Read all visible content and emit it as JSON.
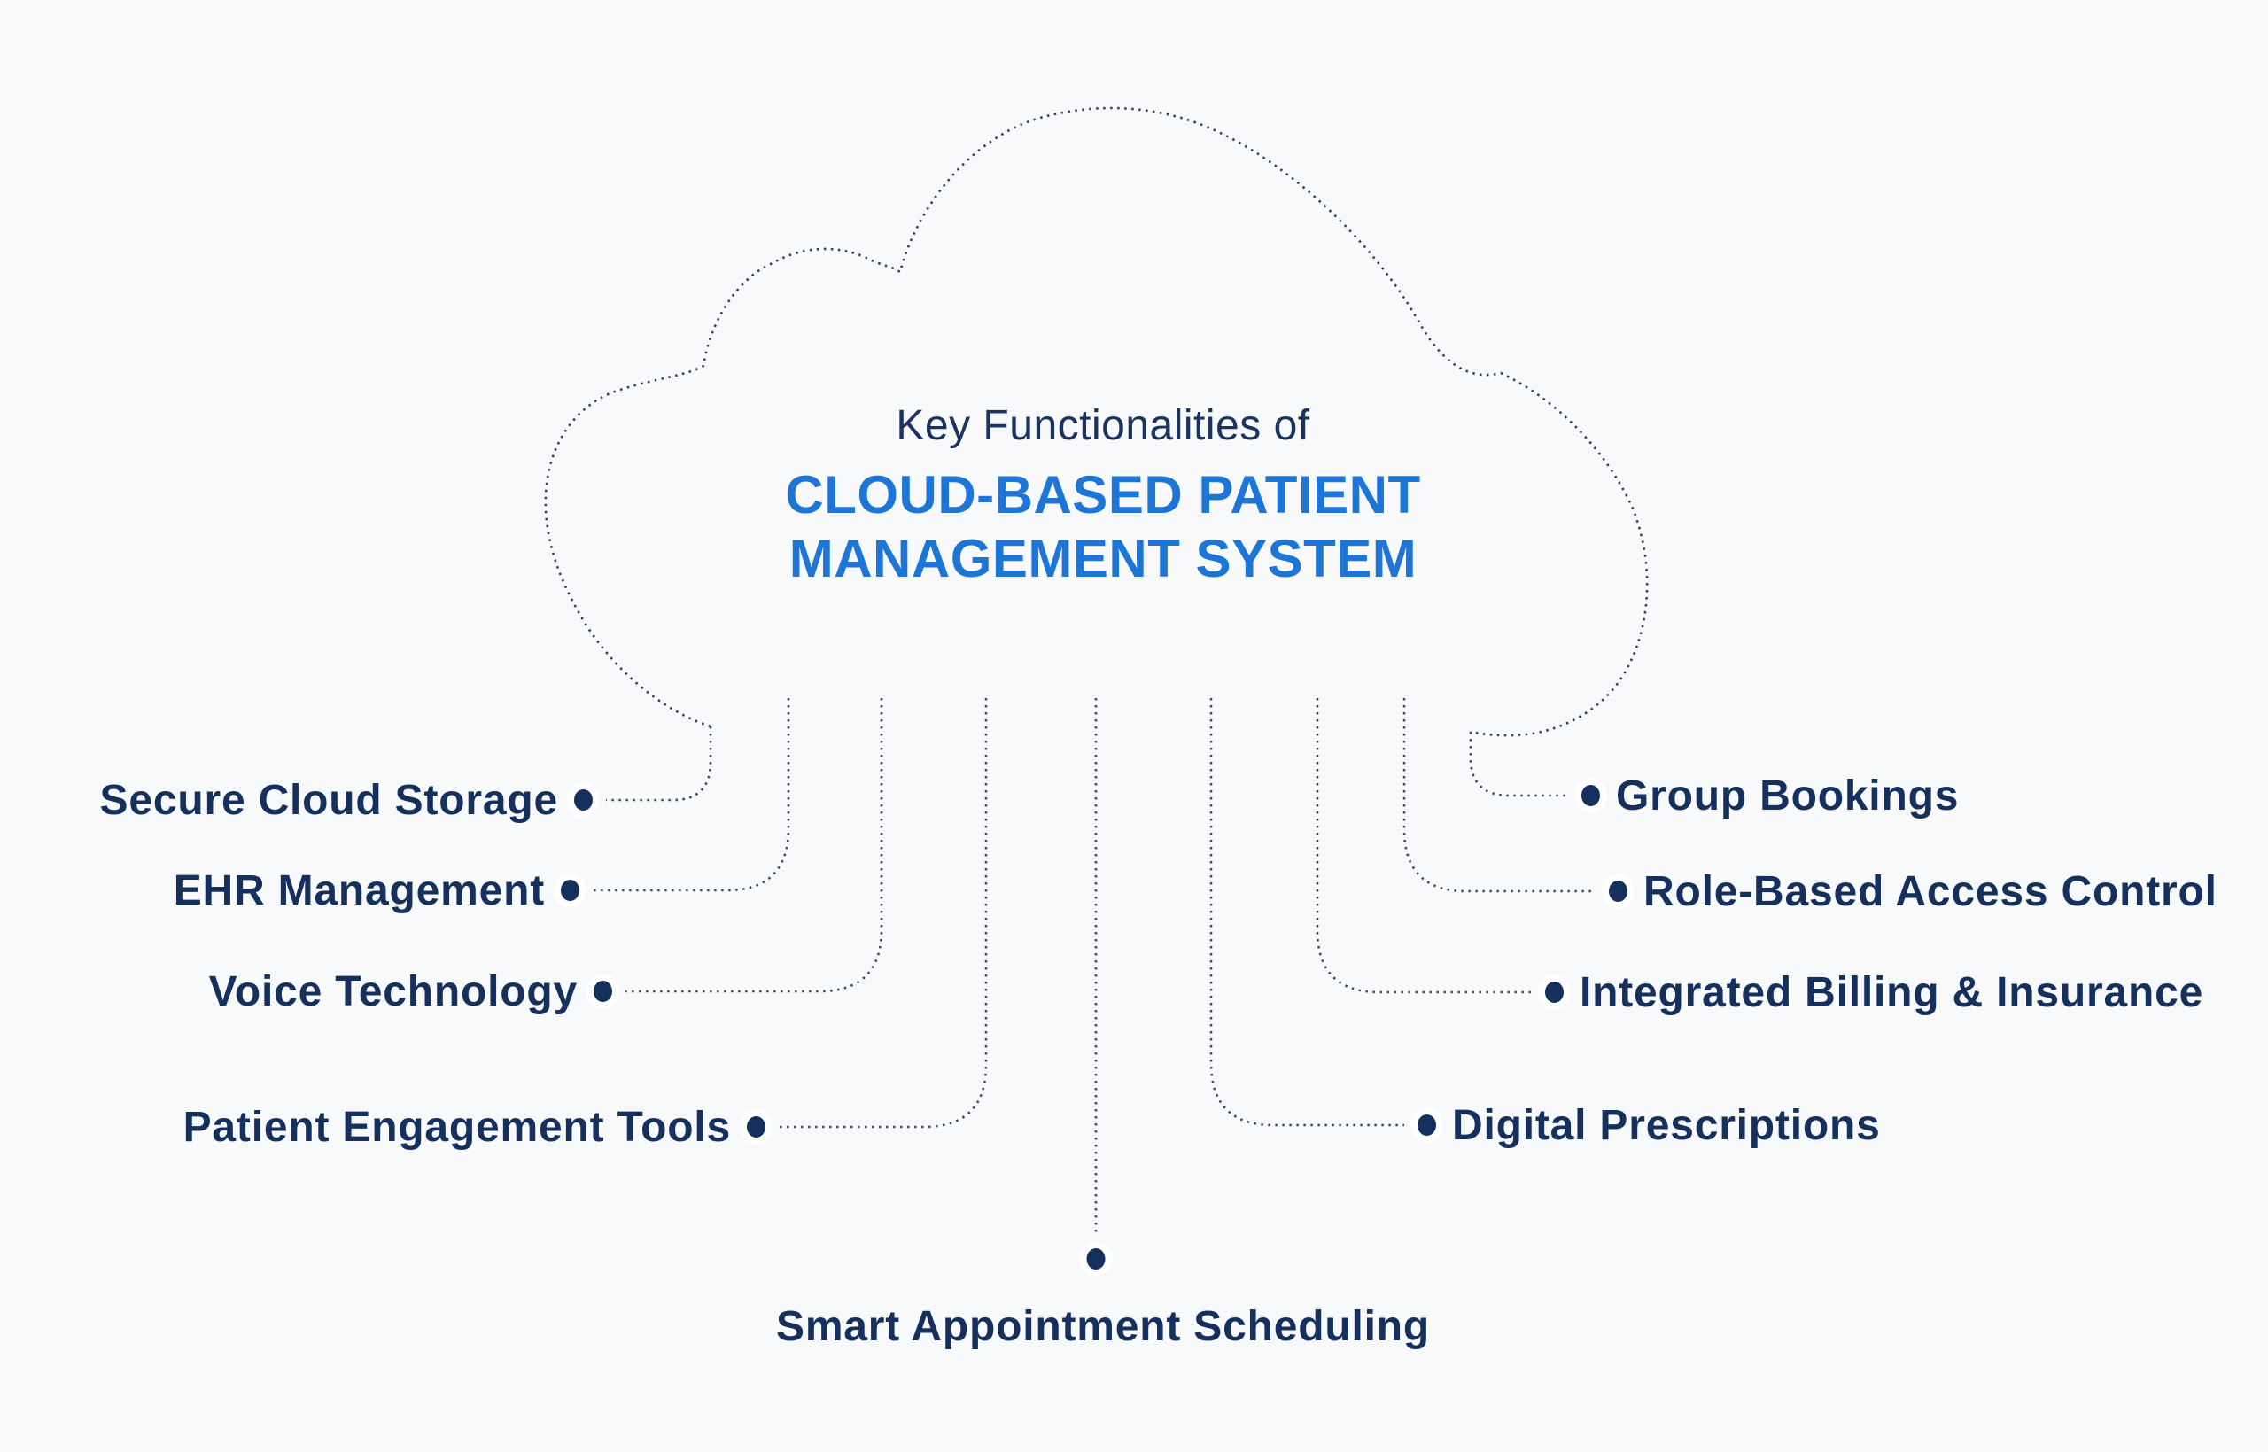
{
  "title": {
    "line1": "Key Functionalities of",
    "line2": "CLOUD-BASED PATIENT",
    "line3": "MANAGEMENT SYSTEM"
  },
  "features": {
    "left": [
      "Secure Cloud Storage",
      "EHR Management",
      "Voice Technology",
      "Patient Engagement Tools"
    ],
    "right": [
      "Group Bookings",
      "Role-Based Access Control",
      "Integrated Billing & Insurance",
      "Digital Prescriptions"
    ],
    "bottom": "Smart Appointment Scheduling"
  },
  "colors": {
    "navy_text": "#16305e",
    "blue_title": "#1d76d6",
    "dotted_line": "#3a414d",
    "background": "#f7f9fb",
    "dot_halo": "#ffffff"
  },
  "icons": {
    "cloud_outline": "cloud-outline",
    "bullet": "bullet-dot"
  }
}
